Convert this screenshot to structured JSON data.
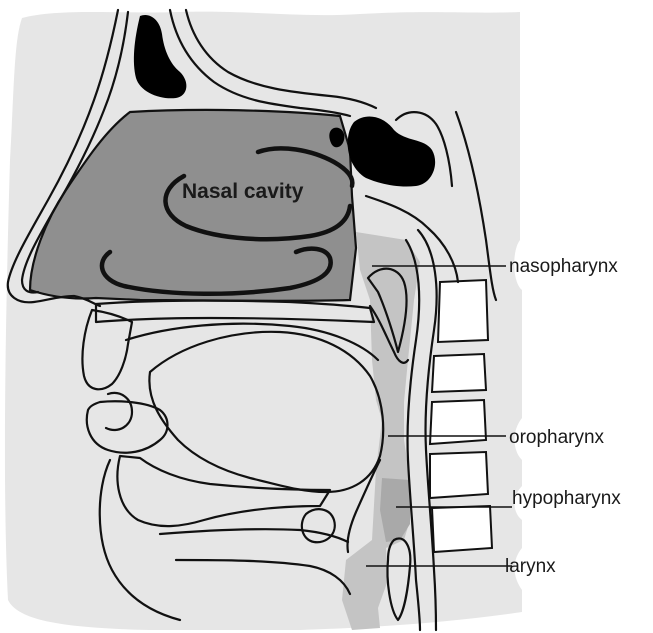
{
  "diagram": {
    "title": "Nasal cavity",
    "labels": {
      "nasopharynx": "nasopharynx",
      "oropharynx": "oropharynx",
      "hypopharynx": "hypopharynx",
      "larynx": "larynx"
    },
    "colors": {
      "background_panel": "#e6e6e6",
      "cavity": "#8f8f8f",
      "pharynx": "#c4c4c4",
      "hypopharynx_shade": "#a9a9a9",
      "ink": "#111111",
      "solid": "#000000"
    }
  }
}
